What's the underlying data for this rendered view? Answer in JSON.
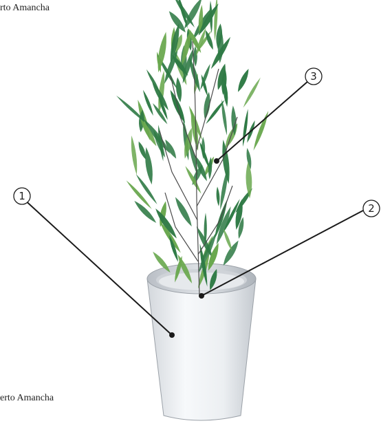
{
  "captions": {
    "top": "rto Amancha",
    "bottom": "erto Amancha"
  },
  "callouts": [
    {
      "id": "1",
      "label": "1",
      "target": "pot"
    },
    {
      "id": "2",
      "label": "2",
      "target": "stem-base"
    },
    {
      "id": "3",
      "label": "3",
      "target": "foliage"
    }
  ],
  "colors": {
    "leaf_dark": "#2f7a45",
    "leaf_light": "#6aa84f",
    "pot_body": "#eef1f4",
    "pot_shadow": "#c9cdd3",
    "line": "#1a1a1a"
  }
}
